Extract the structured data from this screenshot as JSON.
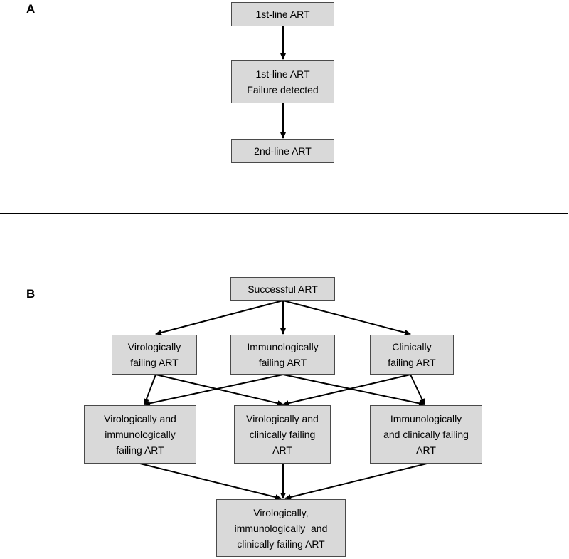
{
  "panels": {
    "a": "A",
    "b": "B"
  },
  "diagram_a": {
    "first_line": "1st-line ART",
    "failure_line1": "1st-line ART",
    "failure_line2": "Failure detected",
    "second_line": "2nd-line ART"
  },
  "diagram_b": {
    "successful": "Successful ART",
    "viro": [
      "Virologically",
      "failing ART"
    ],
    "immuno": [
      "Immunologically",
      "failing ART"
    ],
    "clinic": [
      "Clinically",
      "failing ART"
    ],
    "viro_immuno": [
      "Virologically and",
      "immunologically",
      "failing ART"
    ],
    "viro_clinic": [
      "Virologically and",
      "clinically failing",
      "ART"
    ],
    "immuno_clinic": [
      "Immunologically",
      "and clinically failing",
      "ART"
    ],
    "all_three": [
      "Virologically,",
      "immunologically  and",
      "clinically failing ART"
    ]
  },
  "colors": {
    "box_fill": "#d9d9d9",
    "box_border": "#4a4a4a",
    "arrow": "#000000"
  }
}
